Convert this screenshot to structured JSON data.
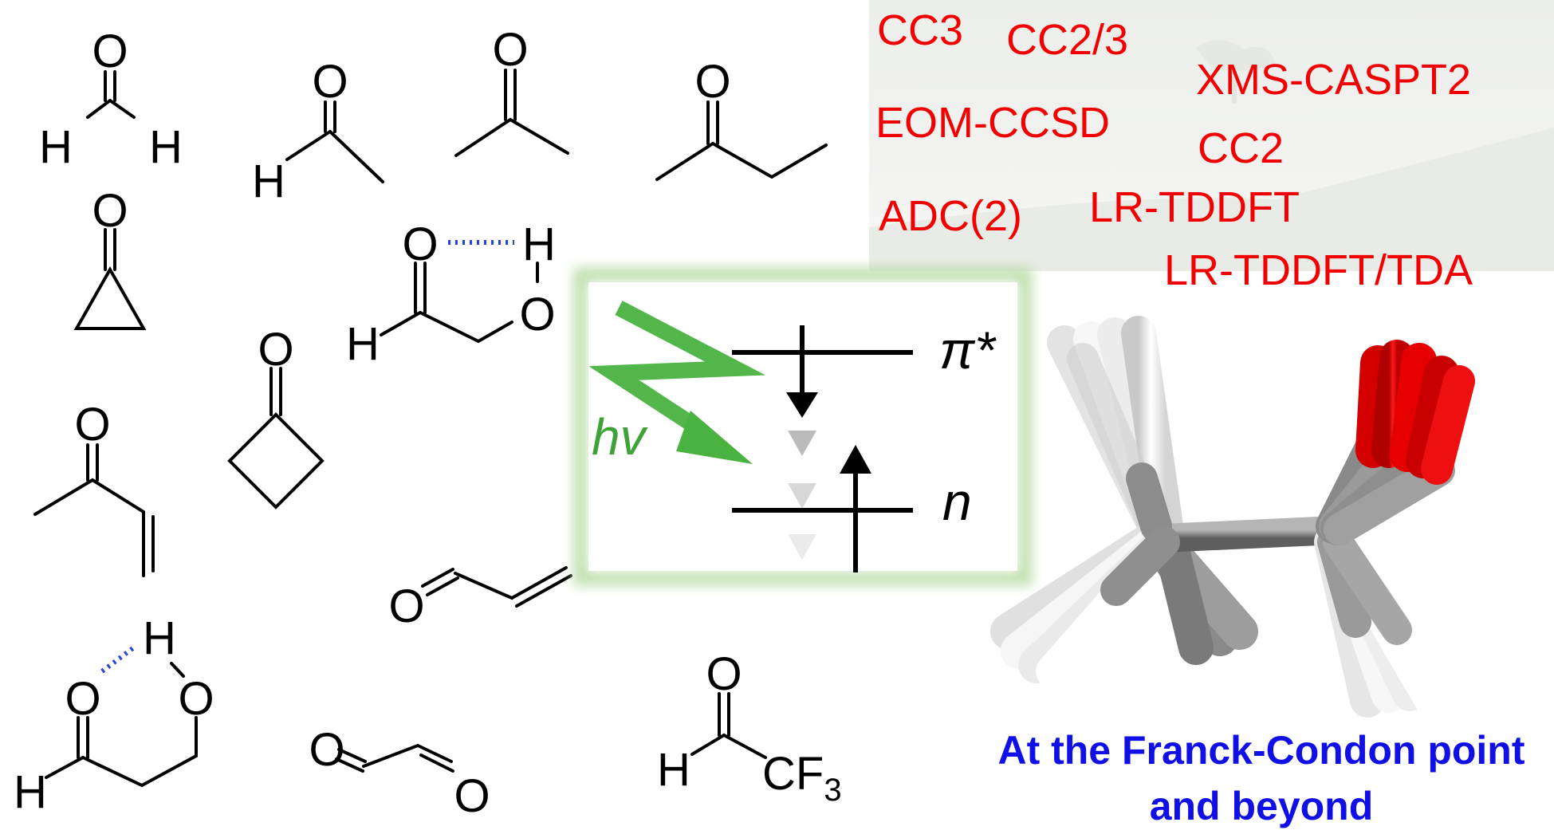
{
  "methods": [
    "CC3",
    "CC2/3",
    "XMS-CASPT2",
    "EOM-CCSD",
    "CC2",
    "ADC(2)",
    "LR-TDDFT",
    "LR-TDDFT/TDA"
  ],
  "atoms": {
    "oxygen": "O",
    "hydrogen": "H",
    "carbon": "CF",
    "fluorine_count": "3"
  },
  "orbital_diagram": {
    "upper_level": "π*",
    "lower_level": "n",
    "photon": "hv"
  },
  "caption": {
    "line1": "At the Franck-Condon point",
    "line2": "and beyond"
  },
  "colors": {
    "methods": "#f20000",
    "caption": "#1010e6",
    "hydrogen_bond": "#2a48d8",
    "photon_arrow": "#4ab240",
    "oxygen_atom": "#e00000"
  }
}
